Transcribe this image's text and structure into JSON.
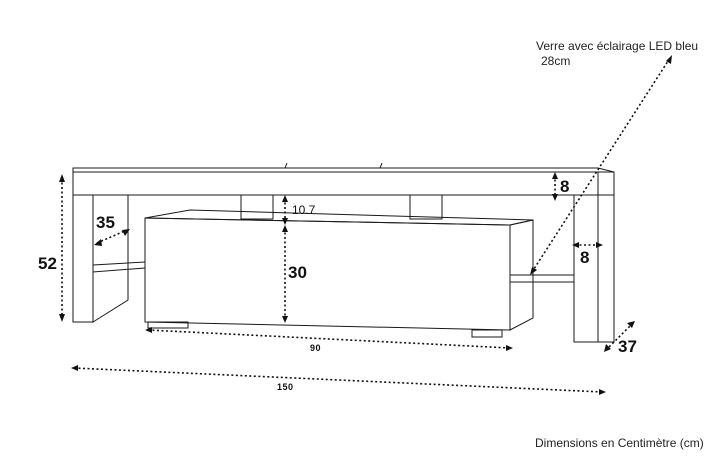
{
  "annotation": {
    "led_line1": "Verre avec éclairage LED bleu",
    "led_line2": "28cm"
  },
  "dimensions": {
    "height": "52",
    "shelf_depth": "35",
    "top_thickness": "8",
    "shelf_gap": "10.7",
    "drawer_height": "30",
    "side_thickness": "8",
    "drawer_width": "90",
    "total_width": "150",
    "depth": "37"
  },
  "footer": "Dimensions en Centimètre (cm)",
  "colors": {
    "line": "#111111",
    "dimension": "#111111"
  }
}
